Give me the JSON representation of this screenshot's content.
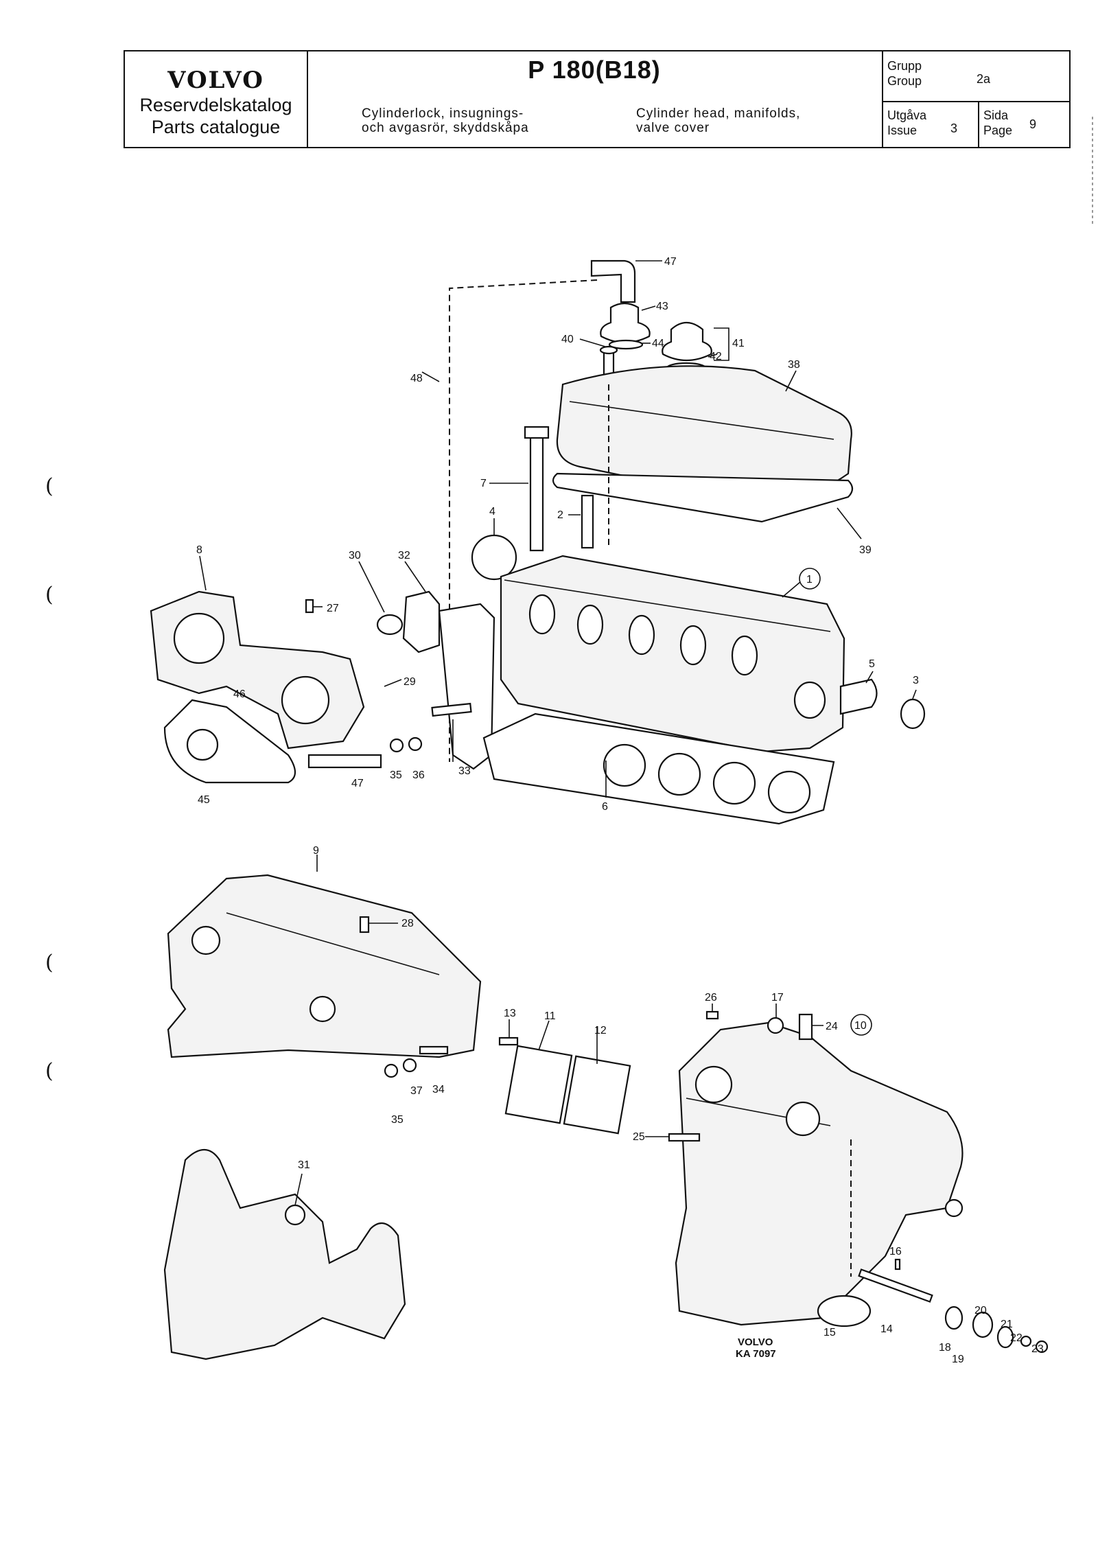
{
  "header": {
    "brand": "VOLVO",
    "catalog_sv": "Reservdelskatalog",
    "catalog_en": "Parts catalogue",
    "model": "P 180(B18)",
    "desc_sv_line1": "Cylinderlock, insugnings-",
    "desc_sv_line2": "och avgasrör, skyddskåpa",
    "desc_en_line1": "Cylinder head, manifolds,",
    "desc_en_line2": "valve cover",
    "group_label_sv": "Grupp",
    "group_label_en": "Group",
    "group_value": "2a",
    "issue_label_sv": "Utgåva",
    "issue_label_en": "Issue",
    "issue_value": "3",
    "page_label_sv": "Sida",
    "page_label_en": "Page",
    "page_value": "9"
  },
  "drawing": {
    "stamp_line1": "VOLVO",
    "stamp_line2": "KA 7097",
    "labels": {
      "p1": "1",
      "p2": "2",
      "p3": "3",
      "p4": "4",
      "p5": "5",
      "p6": "6",
      "p7": "7",
      "p8": "8",
      "p9": "9",
      "p10": "10",
      "p11": "11",
      "p12": "12",
      "p13": "13",
      "p14": "14",
      "p15": "15",
      "p16": "16",
      "p17": "17",
      "p18": "18",
      "p19": "19",
      "p20": "20",
      "p21": "21",
      "p22": "22",
      "p23": "23",
      "p24": "24",
      "p25": "25",
      "p26": "26",
      "p27": "27",
      "p28": "28",
      "p29": "29",
      "p30": "30",
      "p31": "31",
      "p32": "32",
      "p33": "33",
      "p34": "34",
      "p35a": "35",
      "p35b": "35",
      "p36": "36",
      "p37": "37",
      "p38": "38",
      "p39": "39",
      "p40": "40",
      "p41": "41",
      "p42": "42",
      "p43": "43",
      "p44": "44",
      "p45": "45",
      "p46": "46",
      "p47a": "47",
      "p47b": "47",
      "p48": "48"
    }
  }
}
